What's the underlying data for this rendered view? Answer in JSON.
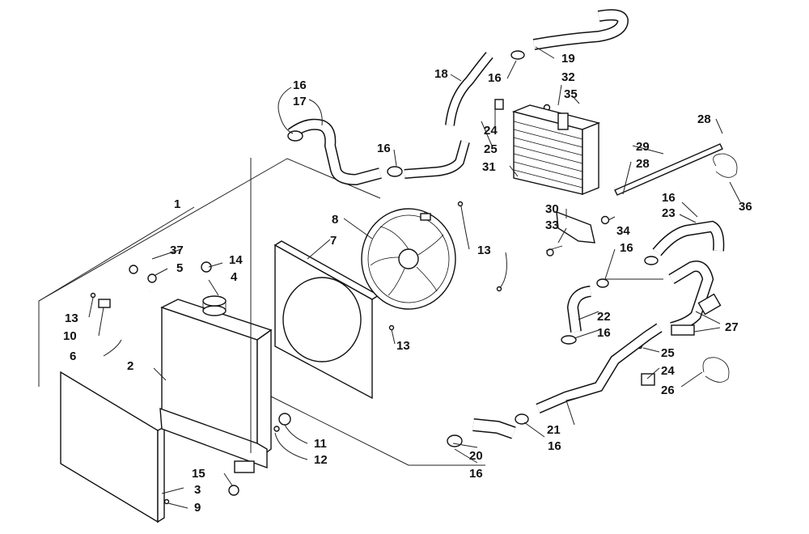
{
  "diagram": {
    "callouts": [
      {
        "id": "c1",
        "text": "1"
      },
      {
        "id": "c2",
        "text": "2"
      },
      {
        "id": "c3",
        "text": "3"
      },
      {
        "id": "c4",
        "text": "4"
      },
      {
        "id": "c5",
        "text": "5"
      },
      {
        "id": "c6",
        "text": "6"
      },
      {
        "id": "c7",
        "text": "7"
      },
      {
        "id": "c8",
        "text": "8"
      },
      {
        "id": "c9",
        "text": "9"
      },
      {
        "id": "c10",
        "text": "10"
      },
      {
        "id": "c11",
        "text": "11"
      },
      {
        "id": "c12",
        "text": "12"
      },
      {
        "id": "c13a",
        "text": "13"
      },
      {
        "id": "c13b",
        "text": "13"
      },
      {
        "id": "c13c",
        "text": "13"
      },
      {
        "id": "c14",
        "text": "14"
      },
      {
        "id": "c15",
        "text": "15"
      },
      {
        "id": "c16a",
        "text": "16"
      },
      {
        "id": "c16b",
        "text": "16"
      },
      {
        "id": "c16c",
        "text": "16"
      },
      {
        "id": "c16d",
        "text": "16"
      },
      {
        "id": "c16e",
        "text": "16"
      },
      {
        "id": "c16f",
        "text": "16"
      },
      {
        "id": "c16g",
        "text": "16"
      },
      {
        "id": "c16h",
        "text": "16"
      },
      {
        "id": "c17",
        "text": "17"
      },
      {
        "id": "c18",
        "text": "18"
      },
      {
        "id": "c19",
        "text": "19"
      },
      {
        "id": "c20",
        "text": "20"
      },
      {
        "id": "c21",
        "text": "21"
      },
      {
        "id": "c22",
        "text": "22"
      },
      {
        "id": "c23",
        "text": "23"
      },
      {
        "id": "c24a",
        "text": "24"
      },
      {
        "id": "c24b",
        "text": "24"
      },
      {
        "id": "c25a",
        "text": "25"
      },
      {
        "id": "c25b",
        "text": "25"
      },
      {
        "id": "c26",
        "text": "26"
      },
      {
        "id": "c27",
        "text": "27"
      },
      {
        "id": "c28a",
        "text": "28"
      },
      {
        "id": "c28b",
        "text": "28"
      },
      {
        "id": "c29",
        "text": "29"
      },
      {
        "id": "c30",
        "text": "30"
      },
      {
        "id": "c31",
        "text": "31"
      },
      {
        "id": "c32",
        "text": "32"
      },
      {
        "id": "c33",
        "text": "33"
      },
      {
        "id": "c34",
        "text": "34"
      },
      {
        "id": "c35",
        "text": "35"
      },
      {
        "id": "c36",
        "text": "36"
      },
      {
        "id": "c37",
        "text": "37"
      }
    ]
  }
}
